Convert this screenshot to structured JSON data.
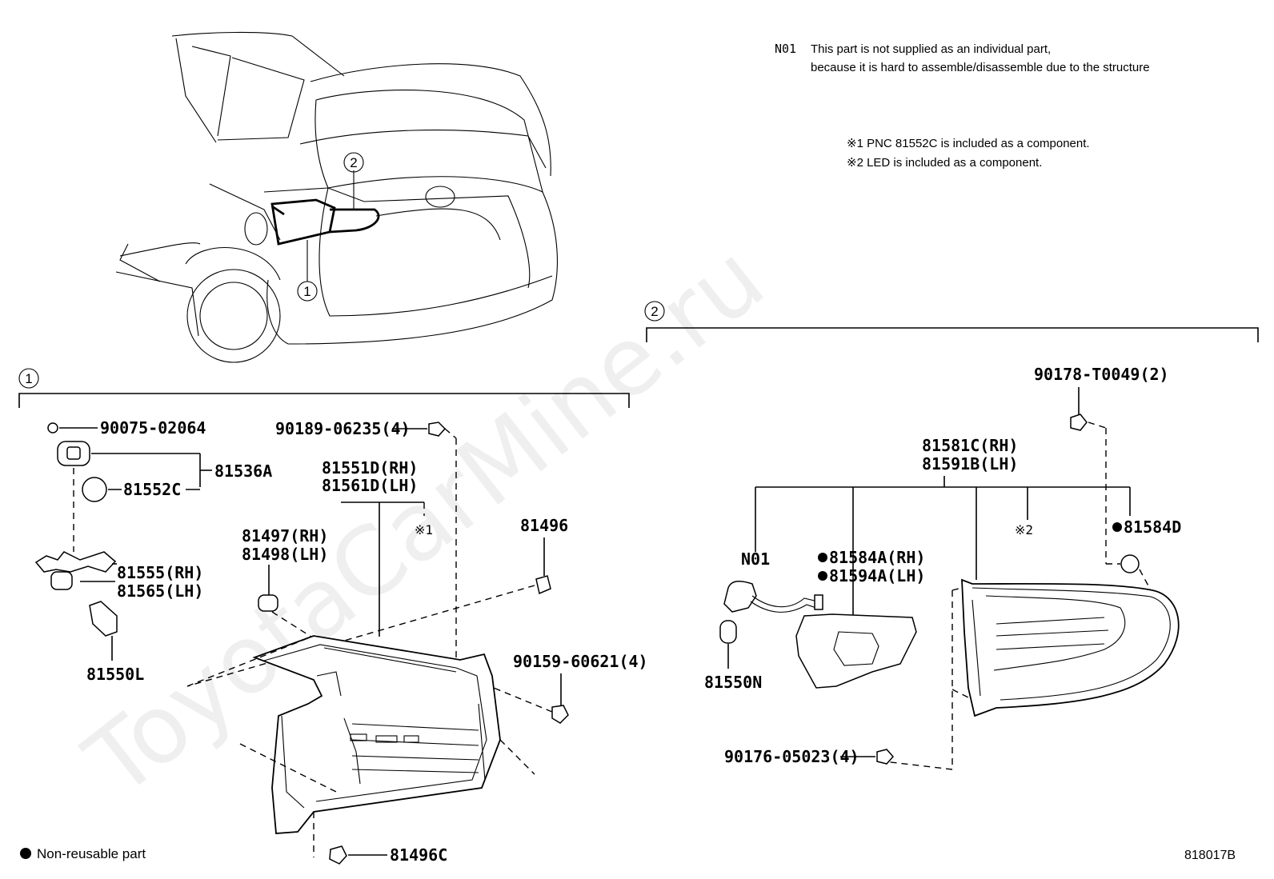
{
  "watermark": "ToyotaCarMine.ru",
  "notes": {
    "n01_code": "N01",
    "n01_line1": "This part is not supplied as an individual part,",
    "n01_line2": "because it is hard to assemble/disassemble due to the structure",
    "note1": "※1 PNC 81552C is included as a component.",
    "note2": "※2 LED is included as a component."
  },
  "legend": {
    "non_reusable": "Non-reusable part"
  },
  "figure_id": "818017B",
  "callouts": {
    "one": "1",
    "two": "2"
  },
  "section1": {
    "labels": {
      "p90075": "90075-02064",
      "p81536A": "81536A",
      "p81552C": "81552C",
      "p81555": "81555(RH)",
      "p81565": "81565(LH)",
      "p81550L": "81550L",
      "p90189": "90189-06235(4)",
      "p81551D": "81551D(RH)",
      "p81561D": "81561D(LH)",
      "star1": "※1",
      "p81497": "81497(RH)",
      "p81498": "81498(LH)",
      "p81496": "81496",
      "p90159": "90159-60621(4)",
      "p81496C": "81496C"
    }
  },
  "section2": {
    "labels": {
      "p90178": "90178-T0049(2)",
      "p81581C": "81581C(RH)",
      "p81591B": "81591B(LH)",
      "star2": "※2",
      "p81584D": "81584D",
      "n01": "N01",
      "p81584A": "81584A(RH)",
      "p81594A": "81594A(LH)",
      "p81550N": "81550N",
      "p90176": "90176-05023(4)"
    }
  }
}
